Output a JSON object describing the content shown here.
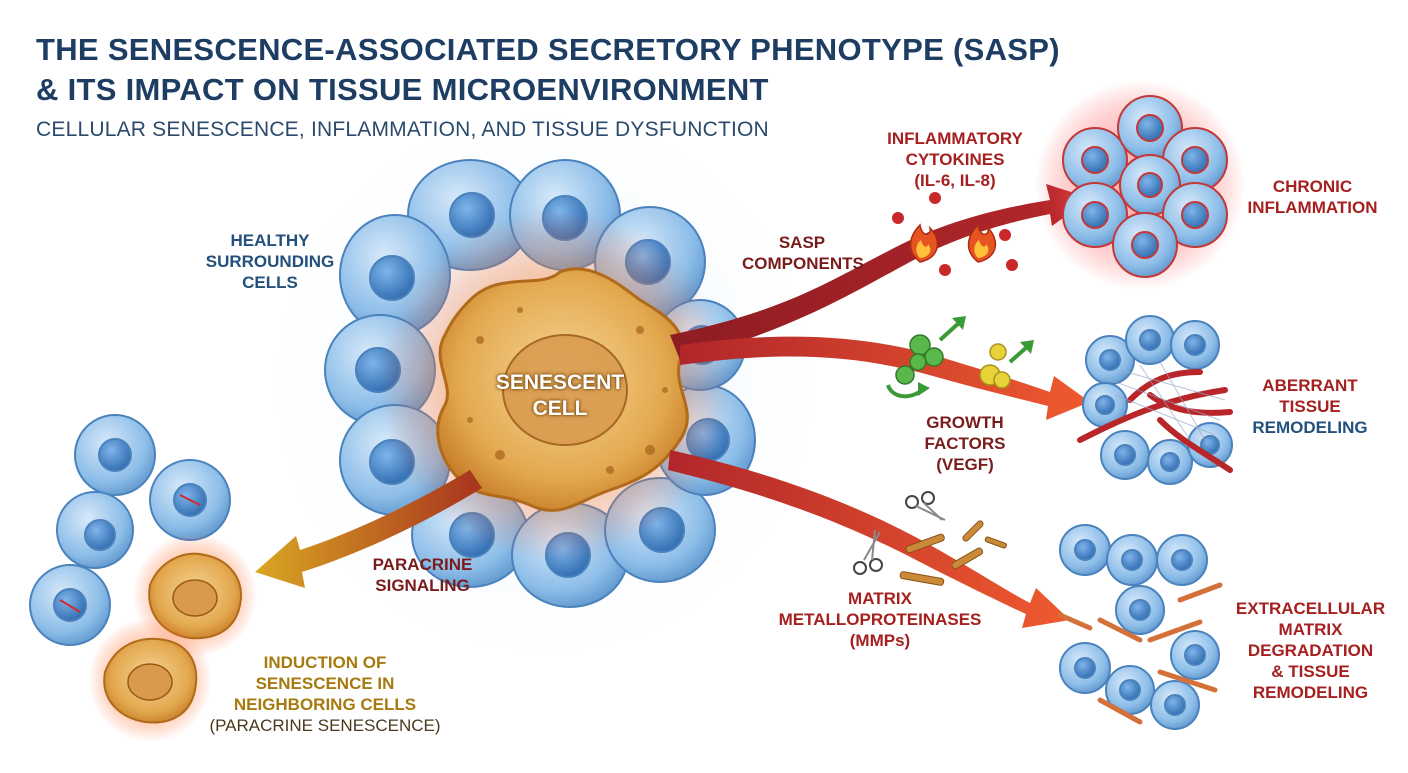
{
  "title_line1": "THE SENESCENCE-ASSOCIATED SECRETORY PHENOTYPE (SASP)",
  "title_line2": "& ITS IMPACT ON TISSUE MICROENVIRONMENT",
  "subtitle": "CELLULAR SENESCENCE, INFLAMMATION, AND TISSUE DYSFUNCTION",
  "labels": {
    "healthy": [
      "HEALTHY",
      "SURROUNDING",
      "CELLS"
    ],
    "senescent": [
      "SENESCENT",
      "CELL"
    ],
    "sasp": [
      "SASP",
      "COMPONENTS"
    ],
    "cytokines": [
      "INFLAMMATORY",
      "CYTOKINES",
      "(IL-6, IL-8)"
    ],
    "chronic": [
      "CHRONIC",
      "INFLAMMATION"
    ],
    "growth": [
      "GROWTH",
      "FACTORS",
      "(VEGF)"
    ],
    "aberrant": [
      "ABERRANT",
      "TISSUE",
      "REMODELING"
    ],
    "mmp": [
      "MATRIX",
      "METALLOPROTEINASES",
      "(MMPs)"
    ],
    "ecm": [
      "EXTRACELLULAR",
      "MATRIX",
      "DEGRADATION",
      "& TISSUE",
      "REMODELING"
    ],
    "paracrine": [
      "PARACRINE",
      "SIGNALING"
    ],
    "induction": [
      "INDUCTION OF",
      "SENESCENCE IN",
      "NEIGHBORING CELLS",
      "(PARACRINE SENESCENCE)"
    ]
  },
  "colors": {
    "title": "#1d3d63",
    "healthy_cell": "#6fa8dc",
    "senescent_cell": "#e0a84a",
    "arrow_red": "#a8242a",
    "arrow_orange": "#e2492a",
    "arrow_gold": "#c8961e"
  }
}
